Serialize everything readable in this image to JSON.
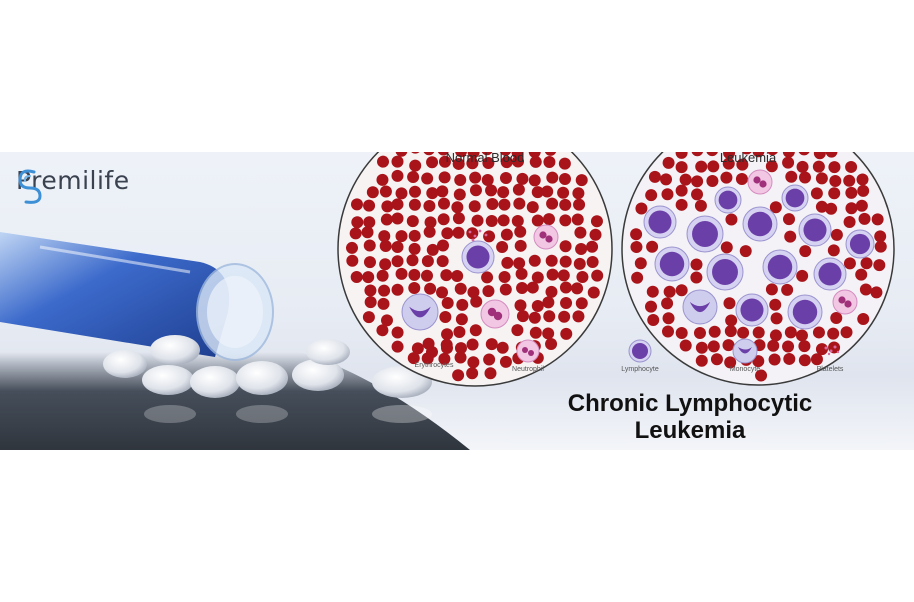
{
  "brand": {
    "name": "Premilife"
  },
  "panels": {
    "normal_title": "Normal Blood",
    "leukemia_title": "Leukemia"
  },
  "legend": {
    "erythrocytes": "Erythrocytes",
    "neutrophil": "Neutrophil",
    "lymphocyte": "Lymphocyte",
    "monocyte": "Monocyte",
    "platelets": "Platelets"
  },
  "headline": {
    "line1": "Chronic Lymphocytic",
    "line2": "Leukemia"
  },
  "colors": {
    "erythrocyte": "#a8141a",
    "lymphocyte": "#6b3fa8",
    "neutrophil": "#e9b6d8",
    "monocyte": "#c9c6ef",
    "vial": "#1f4fb8"
  }
}
